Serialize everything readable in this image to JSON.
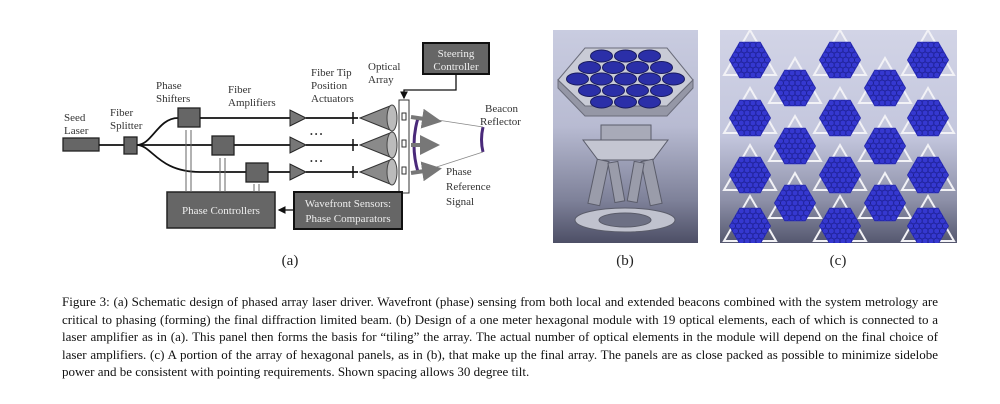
{
  "figure": {
    "panel_a": {
      "sublabel": "(a)",
      "labels": {
        "seed_laser": [
          "Seed",
          "Laser"
        ],
        "fiber_splitter": [
          "Fiber",
          "Splitter"
        ],
        "phase_shifters": [
          "Phase",
          "Shifters"
        ],
        "fiber_amplifiers": [
          "Fiber",
          "Amplifiers"
        ],
        "fiber_tip": [
          "Fiber Tip",
          "Position",
          "Actuators"
        ],
        "optical_array": [
          "Optical",
          "Array"
        ],
        "beacon_reflector": [
          "Beacon",
          "Reflector"
        ],
        "phase_reference": [
          "Phase",
          "Reference",
          "Signal"
        ],
        "ellipsis": "• • •"
      },
      "boxes": {
        "steering_controller": [
          "Steering",
          "Controller"
        ],
        "phase_controllers": "Phase Controllers",
        "wavefront_sensors": [
          "Wavefront Sensors:",
          "Phase Comparators"
        ]
      }
    },
    "panel_b": {
      "sublabel": "(b)",
      "description": "3D render of one-meter hexagonal module with 19 optical elements on hexapod mount",
      "optical_elements": 19,
      "accent_color": "#2b2fa8"
    },
    "panel_c": {
      "sublabel": "(c)",
      "description": "Portion of array of hexagonal panels, tiled",
      "panel_count": 18,
      "accent_color": "#2a2ec2"
    },
    "caption": [
      "Figure 3: (a) Schematic design of phased array laser driver. Wavefront (phase) sensing from both local and extended beacons combined with the system metrology are critical to phasing (forming) the final diffraction limited beam. (b) Design of a one meter hexagonal module with 19 optical elements, each of which is connected to a laser amplifier as in (a). This panel then forms the basis for “tiling” the array. The actual number of optical elements in the module will depend on the final choice of laser amplifiers. (c) A portion of the array of hexagonal panels, as in (b), that make up the final array. The panels are as close packed as possible to minimize sidelobe power and be consistent with pointing requirements. Shown spacing allows 30 degree tilt."
    ]
  }
}
